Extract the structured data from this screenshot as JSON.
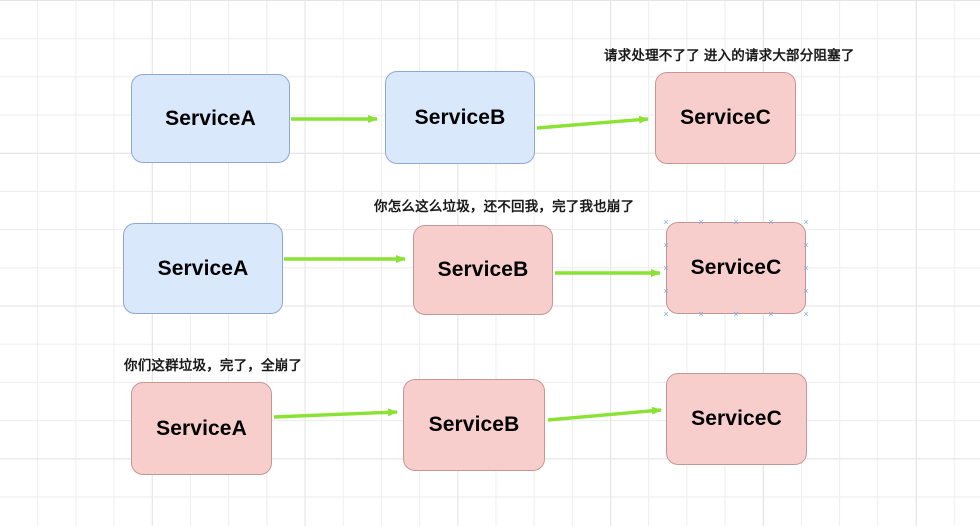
{
  "diagram": {
    "title": "Service cascading failure diagram",
    "background": {
      "grid_color": "#ededed",
      "grid_major_color": "#e4e4e4",
      "canvas_color": "#ffffff"
    },
    "palette": {
      "blue_fill": "#dae8fc",
      "blue_stroke": "#8ea9d1",
      "pink_fill": "#f8cecc",
      "pink_stroke": "#c49795",
      "arrow_green": "#8ae234",
      "handle_blue": "#76a5de",
      "text_color": "#000000"
    },
    "rows": [
      {
        "id": "row-1",
        "annotation": "请求处理不了了 进入的请求大部分阻塞了",
        "nodes": [
          {
            "id": "r1-a",
            "label": "ServiceA",
            "state": "healthy"
          },
          {
            "id": "r1-b",
            "label": "ServiceB",
            "state": "healthy"
          },
          {
            "id": "r1-c",
            "label": "ServiceC",
            "state": "failing"
          }
        ]
      },
      {
        "id": "row-2",
        "annotation": "你怎么这么垃圾，还不回我，完了我也崩了",
        "nodes": [
          {
            "id": "r2-a",
            "label": "ServiceA",
            "state": "healthy"
          },
          {
            "id": "r2-b",
            "label": "ServiceB",
            "state": "failing"
          },
          {
            "id": "r2-c",
            "label": "ServiceC",
            "state": "failing",
            "selected": true
          }
        ]
      },
      {
        "id": "row-3",
        "annotation": "你们这群垃圾，完了，全崩了",
        "nodes": [
          {
            "id": "r3-a",
            "label": "ServiceA",
            "state": "failing"
          },
          {
            "id": "r3-b",
            "label": "ServiceB",
            "state": "failing"
          },
          {
            "id": "r3-c",
            "label": "ServiceC",
            "state": "failing"
          }
        ]
      }
    ]
  }
}
